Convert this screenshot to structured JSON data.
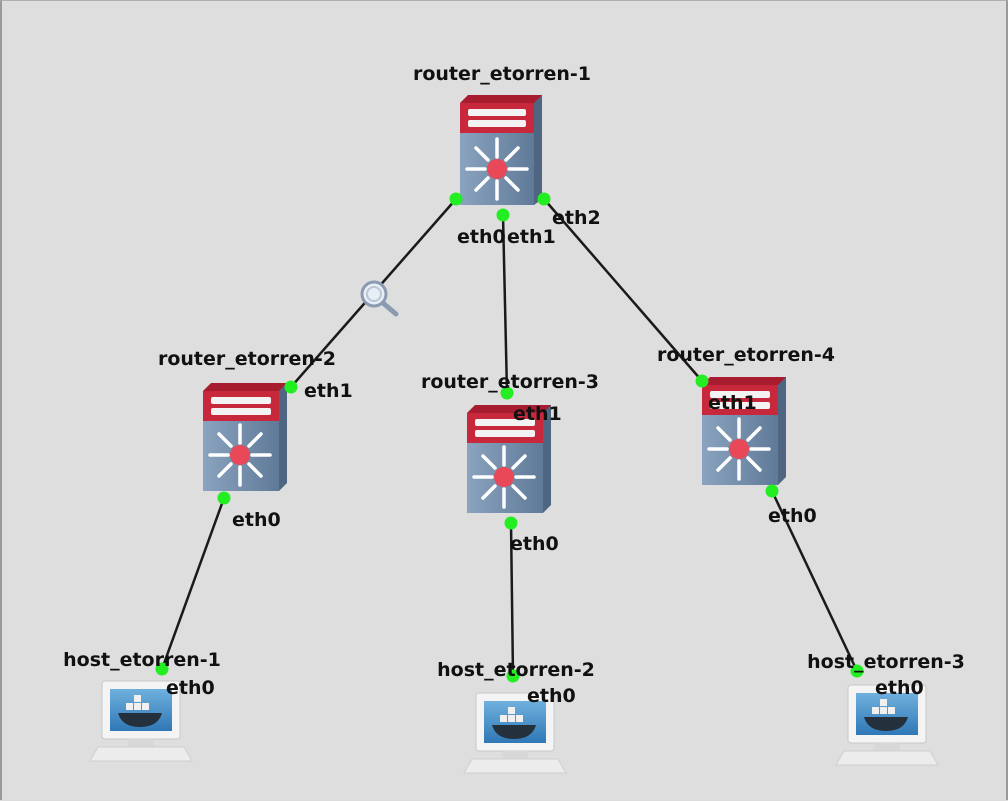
{
  "colors": {
    "link": "#1a1a1a",
    "port_dot": "#22ee22",
    "router_top": "#c8283c",
    "router_body": "#6f8aa8",
    "router_center": "#e84858"
  },
  "icons": {
    "router": "router-switch-icon",
    "host": "docker-host-computer-icon",
    "capture": "magnifier-capture-icon"
  },
  "routers": [
    {
      "id": "r1",
      "label": "router_etorren-1"
    },
    {
      "id": "r2",
      "label": "router_etorren-2"
    },
    {
      "id": "r3",
      "label": "router_etorren-3"
    },
    {
      "id": "r4",
      "label": "router_etorren-4"
    }
  ],
  "hosts": [
    {
      "id": "h1",
      "label": "host_etorren-1"
    },
    {
      "id": "h2",
      "label": "host_etorren-2"
    },
    {
      "id": "h3",
      "label": "host_etorren-3"
    }
  ],
  "links": [
    {
      "a": "r1",
      "a_port": "eth0",
      "b": "r2",
      "b_port": "eth1"
    },
    {
      "a": "r1",
      "a_port": "eth1",
      "b": "r3",
      "b_port": "eth1"
    },
    {
      "a": "r1",
      "a_port": "eth2",
      "b": "r4",
      "b_port": "eth1"
    },
    {
      "a": "r2",
      "a_port": "eth0",
      "b": "h1",
      "b_port": "eth0"
    },
    {
      "a": "r3",
      "a_port": "eth0",
      "b": "h2",
      "b_port": "eth0"
    },
    {
      "a": "r4",
      "a_port": "eth0",
      "b": "h3",
      "b_port": "eth0"
    }
  ]
}
